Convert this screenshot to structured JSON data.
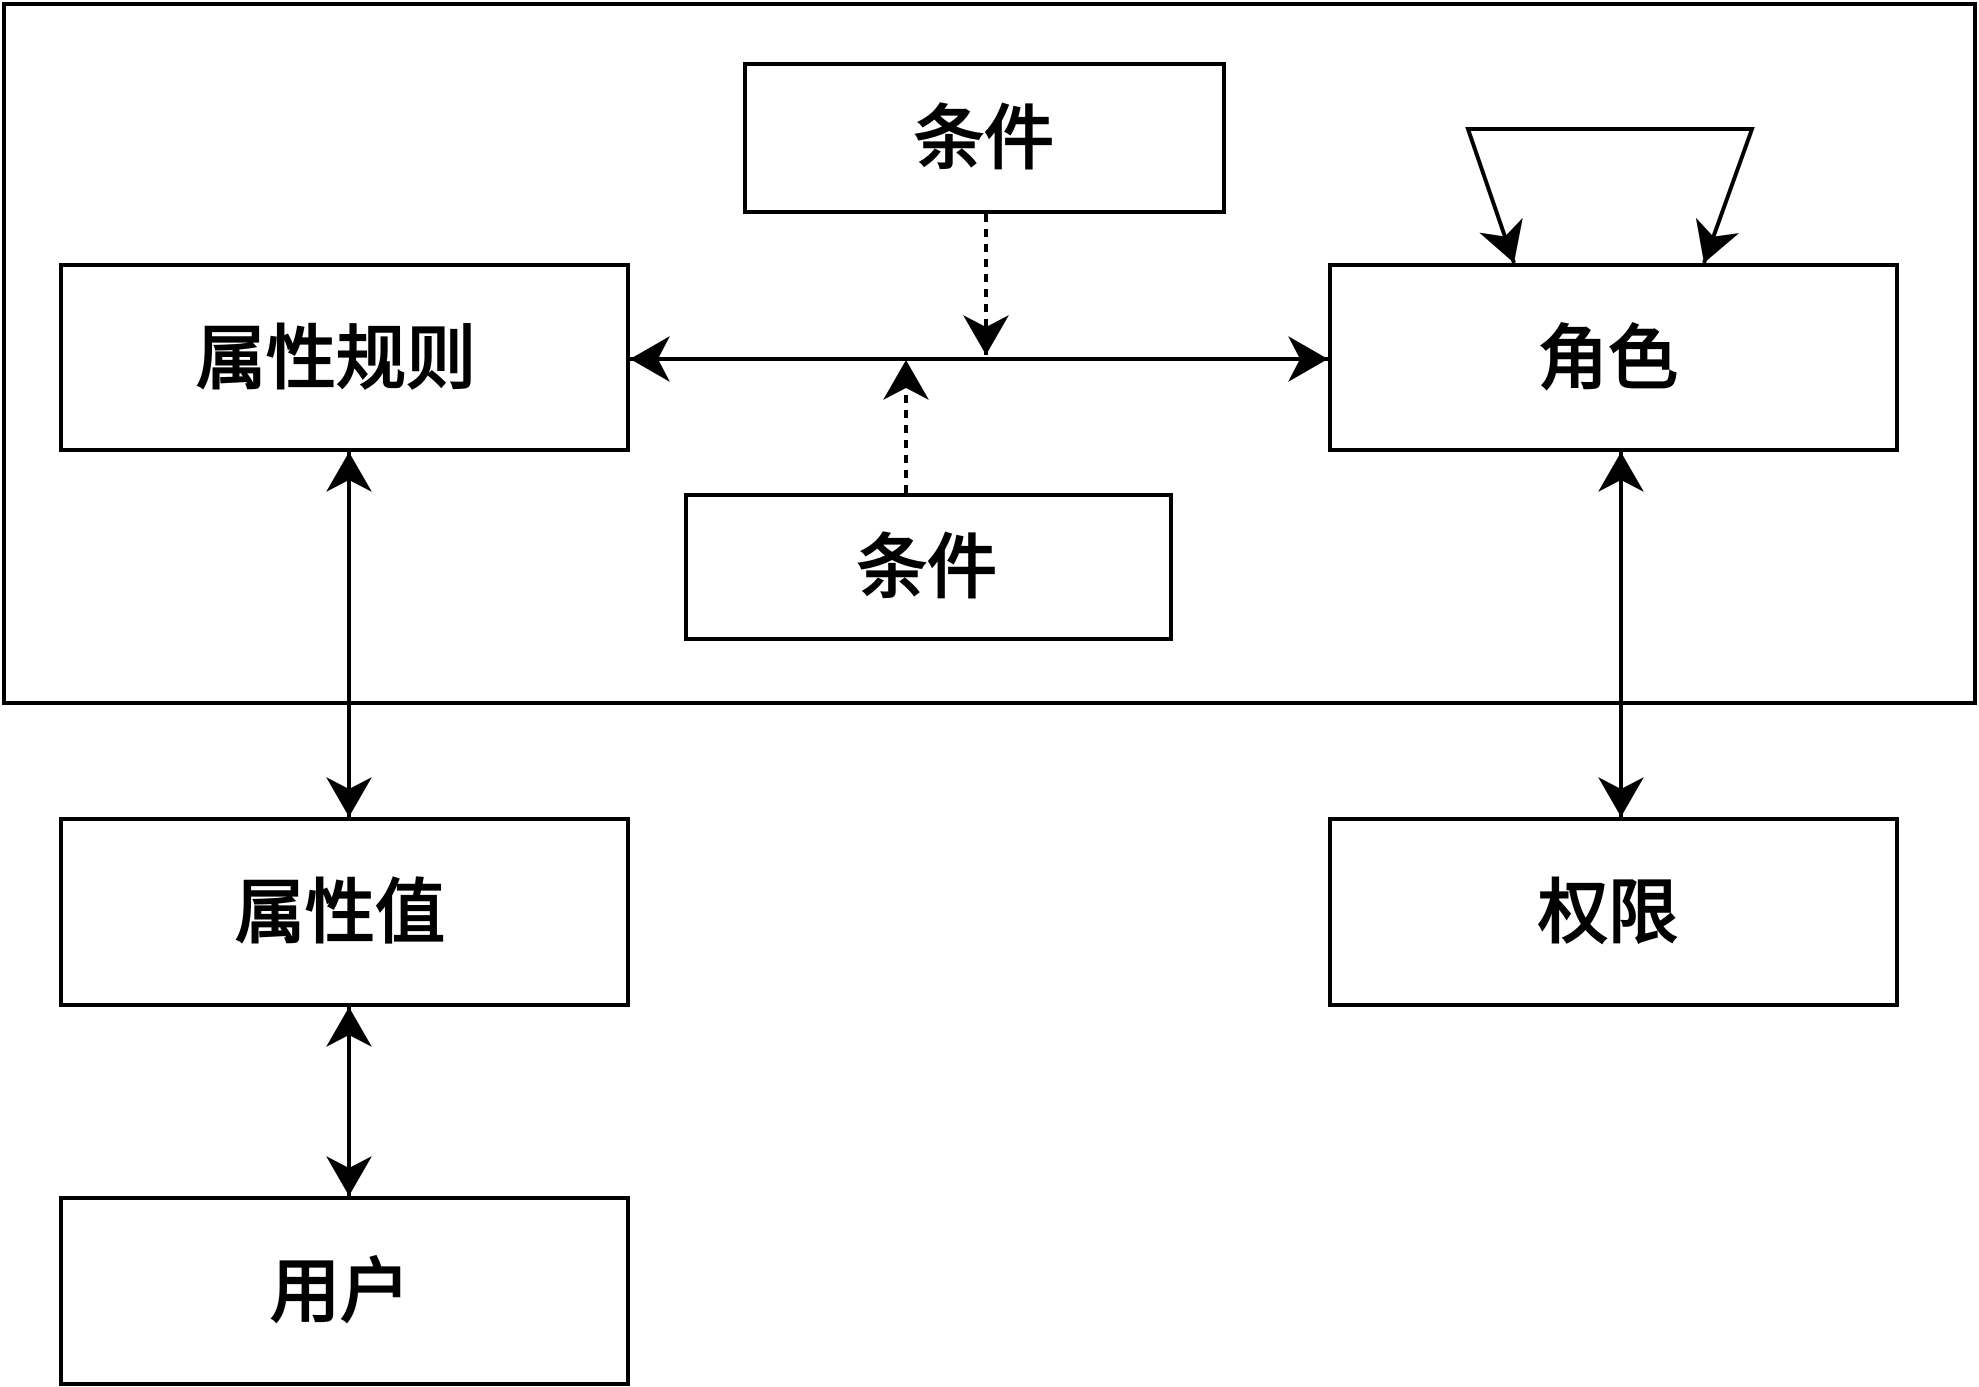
{
  "diagram": {
    "nodes": {
      "condition_top": {
        "label": "条件"
      },
      "attribute_rule": {
        "label": "属性规则"
      },
      "role": {
        "label": "角色"
      },
      "condition_bottom": {
        "label": "条件"
      },
      "attribute_value": {
        "label": "属性值"
      },
      "permission": {
        "label": "权限"
      },
      "user": {
        "label": "用户"
      }
    },
    "edges": [
      {
        "from": "attribute_rule",
        "to": "role",
        "style": "solid",
        "direction": "both"
      },
      {
        "from": "condition_top",
        "to": "attribute_rule-role-link",
        "style": "dotted",
        "direction": "forward"
      },
      {
        "from": "condition_bottom",
        "to": "attribute_rule-role-link",
        "style": "dotted",
        "direction": "forward"
      },
      {
        "from": "role",
        "to": "role",
        "style": "solid",
        "direction": "self-loop"
      },
      {
        "from": "attribute_rule",
        "to": "attribute_value",
        "style": "solid",
        "direction": "both"
      },
      {
        "from": "attribute_value",
        "to": "user",
        "style": "solid",
        "direction": "both"
      },
      {
        "from": "role",
        "to": "permission",
        "style": "solid",
        "direction": "both"
      }
    ],
    "colors": {
      "stroke": "#000000",
      "background": "#ffffff"
    }
  }
}
